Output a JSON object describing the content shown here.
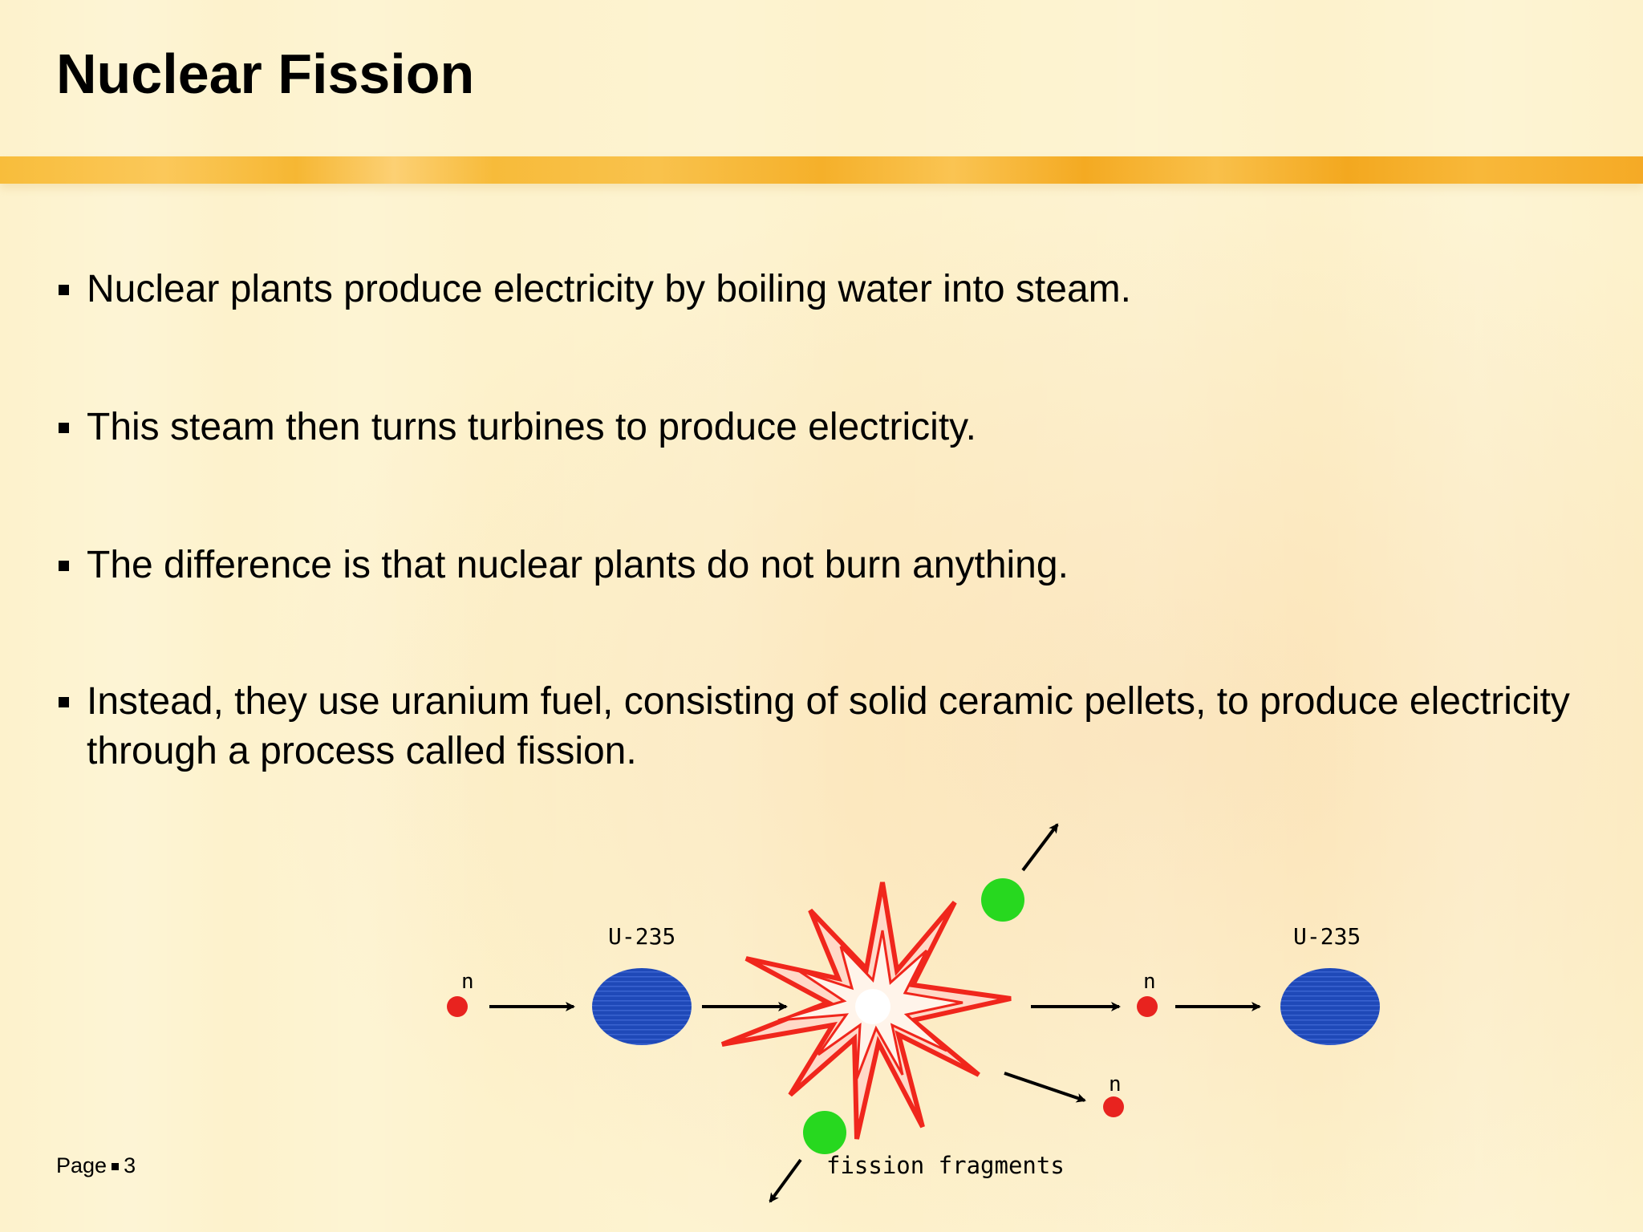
{
  "slide": {
    "title": "Nuclear Fission",
    "bullets": [
      "Nuclear plants produce electricity by boiling water into steam.",
      "This steam then turns turbines to produce electricity.",
      "The difference is that nuclear plants do not burn anything.",
      "Instead, they use uranium fuel, consisting of solid ceramic pellets, to produce electricity through a process called fission."
    ],
    "footer": {
      "page_label": "Page",
      "page_number": "3"
    }
  },
  "diagram": {
    "labels": {
      "neutron": "n",
      "uranium_left": "U-235",
      "uranium_right": "U-235",
      "fragments": "fission fragments"
    },
    "colors": {
      "neutron": "#e8231f",
      "uranium": "#1f49b8",
      "fragment": "#27d81f",
      "explosion": "#f0261c",
      "band": "#f7b733",
      "background": "#fdf2cc"
    }
  }
}
